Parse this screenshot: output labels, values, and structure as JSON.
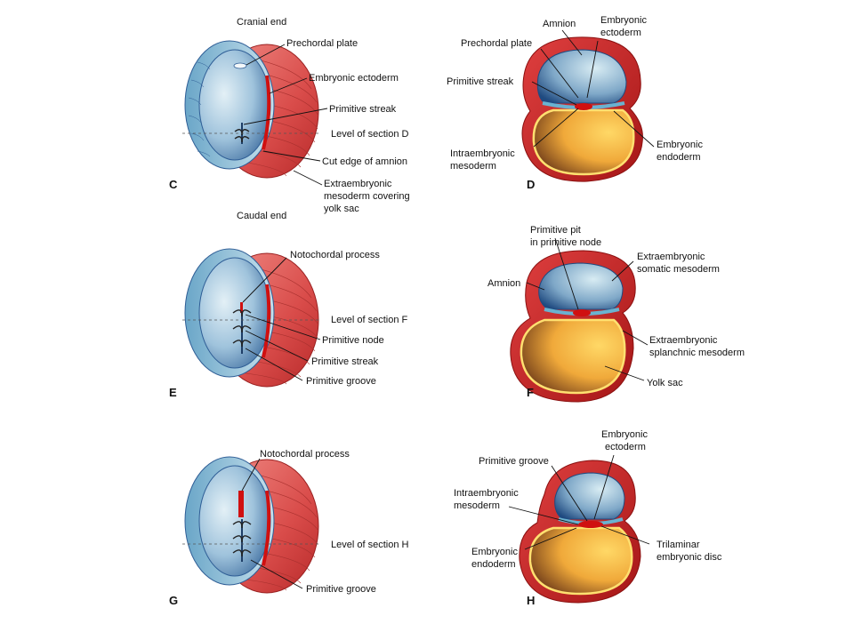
{
  "panels": {
    "C": {
      "letter": "C",
      "top_label": "Cranial end",
      "bottom_label": "Caudal end",
      "labels": [
        "Prechordal plate",
        "Embryonic ectoderm",
        "Primitive streak",
        "Level of section D",
        "Cut edge of amnion"
      ],
      "extra_label": [
        "Extraembryonic",
        "mesoderm covering",
        "yolk sac"
      ]
    },
    "D": {
      "letter": "D",
      "amnion": "Amnion",
      "ectoderm": [
        "Embryonic",
        "ectoderm"
      ],
      "prechordal": "Prechordal plate",
      "streak": "Primitive streak",
      "intra": [
        "Intraembryonic",
        "mesoderm"
      ],
      "endoderm": [
        "Embryonic",
        "endoderm"
      ]
    },
    "E": {
      "letter": "E",
      "labels": [
        "Notochordal process",
        "Level of section F",
        "Primitive node",
        "Primitive streak",
        "Primitive groove"
      ]
    },
    "F": {
      "letter": "F",
      "pit": [
        "Primitive pit",
        "in primitive node"
      ],
      "amnion": "Amnion",
      "somatic": [
        "Extraembryonic",
        "somatic mesoderm"
      ],
      "splanchnic": [
        "Extraembryonic",
        "splanchnic mesoderm"
      ],
      "yolk": "Yolk sac"
    },
    "G": {
      "letter": "G",
      "labels": [
        "Notochordal process",
        "Level of section H",
        "Primitive groove"
      ]
    },
    "H": {
      "letter": "H",
      "ectoderm": [
        "Embryonic",
        "ectoderm"
      ],
      "groove": "Primitive groove",
      "intra": [
        "Intraembryonic",
        "mesoderm"
      ],
      "trilaminar": [
        "Trilaminar",
        "embryonic disc"
      ],
      "endoderm": [
        "Embryonic",
        "endoderm"
      ]
    }
  },
  "colors": {
    "amnion_blue": "#2f5e96",
    "amnion_light": "#cfe4ee",
    "mesoderm_red": "#d84a4a",
    "mesoderm_dark": "#b01818",
    "yolk_yellow": "#f2b93b",
    "yolk_dark": "#4a2410",
    "streak_red": "#d01010"
  }
}
